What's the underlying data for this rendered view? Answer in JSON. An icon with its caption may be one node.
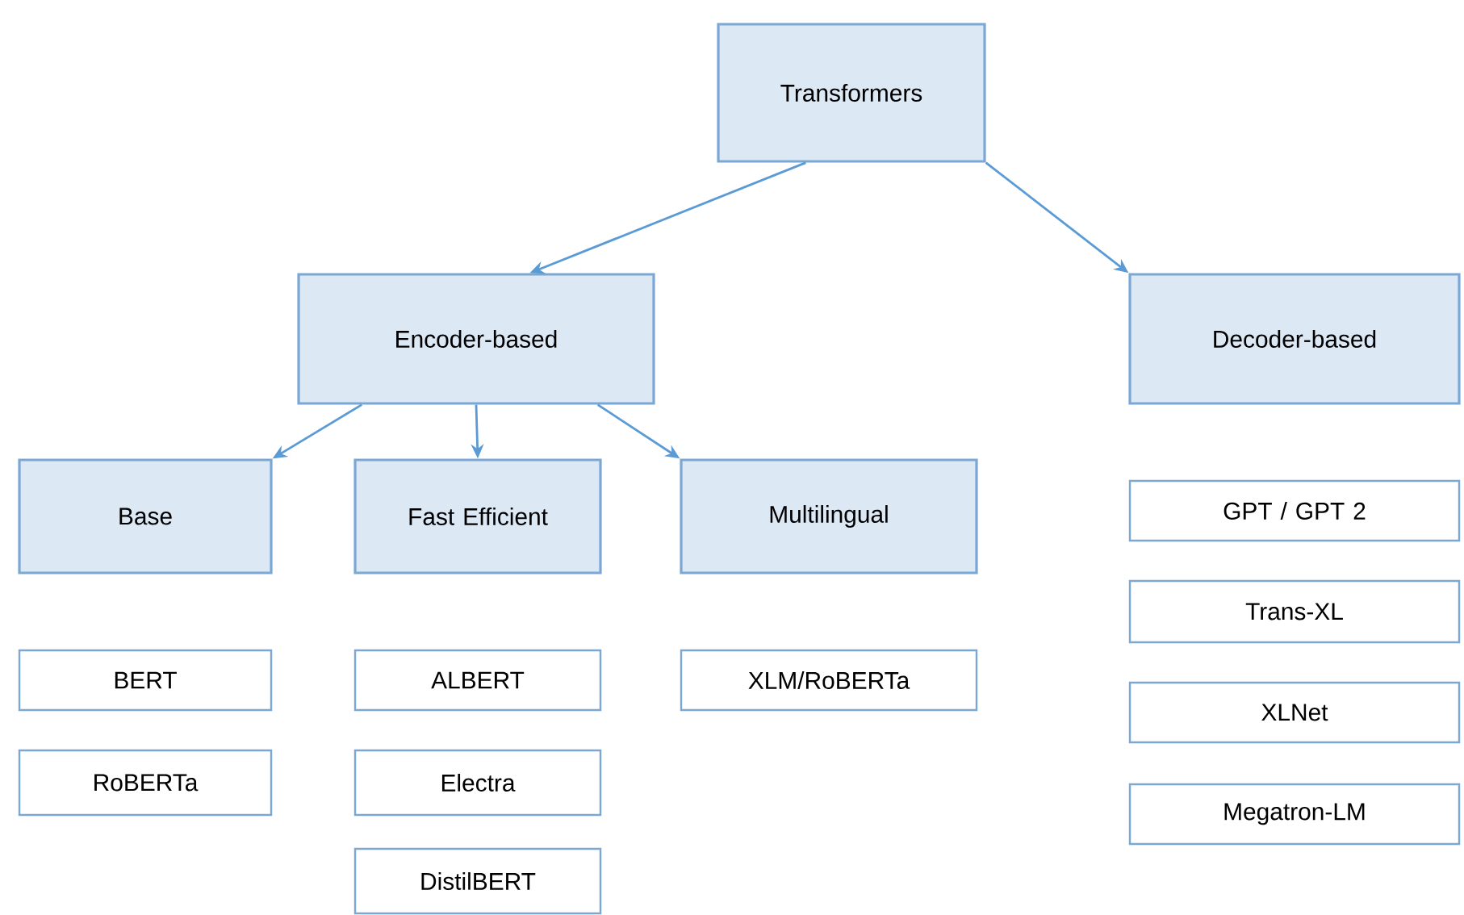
{
  "diagram": {
    "nodes": [
      {
        "text": [
          "Transformers"
        ]
      },
      {
        "text": [
          "Encoder-based"
        ]
      },
      {
        "text": [
          "Decoder-based"
        ]
      },
      {
        "text": [
          "Base"
        ]
      },
      {
        "text": [
          "Fast Efficient"
        ]
      },
      {
        "text": [
          "Multilingual"
        ]
      },
      {
        "text": [
          "BERT"
        ]
      },
      {
        "text": [
          "RoBERTa"
        ]
      },
      {
        "text": [
          "ALBERT"
        ]
      },
      {
        "text": [
          "Electra"
        ]
      },
      {
        "text": [
          "DistilBERT"
        ]
      },
      {
        "text": [
          "XLM/RoBERTa"
        ]
      },
      {
        "text": [
          "GPT / GPT 2"
        ]
      },
      {
        "text": [
          "Trans-XL"
        ]
      },
      {
        "text": [
          "XLNet"
        ]
      },
      {
        "text": [
          "Megatron-LM"
        ]
      }
    ],
    "edges": [
      {
        "from": 0,
        "to": 1,
        "arrow": "to"
      },
      {
        "from": 0,
        "to": 2,
        "arrow": "to"
      },
      {
        "from": 1,
        "to": 3,
        "arrow": "to"
      },
      {
        "from": 1,
        "to": 4,
        "arrow": "to"
      },
      {
        "from": 1,
        "to": 5,
        "arrow": "to"
      }
    ]
  }
}
